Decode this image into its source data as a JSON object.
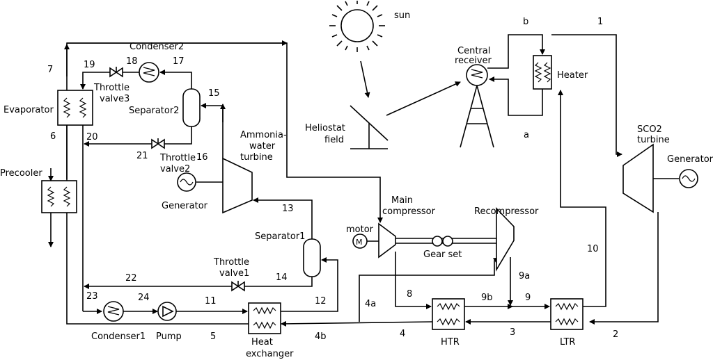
{
  "labels": {
    "sun": "sun",
    "central_receiver": [
      "Central",
      "receiver"
    ],
    "heater": "Heater",
    "heliostat_field": [
      "Heliostat",
      "field"
    ],
    "sco2_turbine": [
      "SCO2",
      "turbine"
    ],
    "generator_right": "Generator",
    "generator_left": "Generator",
    "condenser2": "Condenser2",
    "condenser1": "Condenser1",
    "evaporator": "Evaporator",
    "precooler": "Precooler",
    "separator2": "Separator2",
    "separator1": "Separator1",
    "ammonia_turbine": [
      "Ammonia-",
      "water",
      "turbine"
    ],
    "throttle_valve3": [
      "Throttle",
      "valve3"
    ],
    "throttle_valve2": [
      "Throttle",
      "valve2"
    ],
    "throttle_valve1": [
      "Throttle",
      "valve1"
    ],
    "main_compressor": [
      "Main",
      "compressor"
    ],
    "recompressor": "Recompressor",
    "motor": "motor",
    "gear_set": "Gear set",
    "pump": "Pump",
    "heat_exchanger": [
      "Heat",
      "exchanger"
    ],
    "htr": "HTR",
    "ltr": "LTR"
  },
  "state_points": {
    "s1": "1",
    "s2": "2",
    "s3": "3",
    "s4": "4",
    "s4a": "4a",
    "s4b": "4b",
    "s5": "5",
    "s6": "6",
    "s7": "7",
    "s8": "8",
    "s9": "9",
    "s9a": "9a",
    "s9b": "9b",
    "s10": "10",
    "s11": "11",
    "s12": "12",
    "s13": "13",
    "s14": "14",
    "s15": "15",
    "s16": "16",
    "s17": "17",
    "s18": "18",
    "s19": "19",
    "s20": "20",
    "s21": "21",
    "s22": "22",
    "s23": "23",
    "s24": "24",
    "sa": "a",
    "sb": "b"
  }
}
